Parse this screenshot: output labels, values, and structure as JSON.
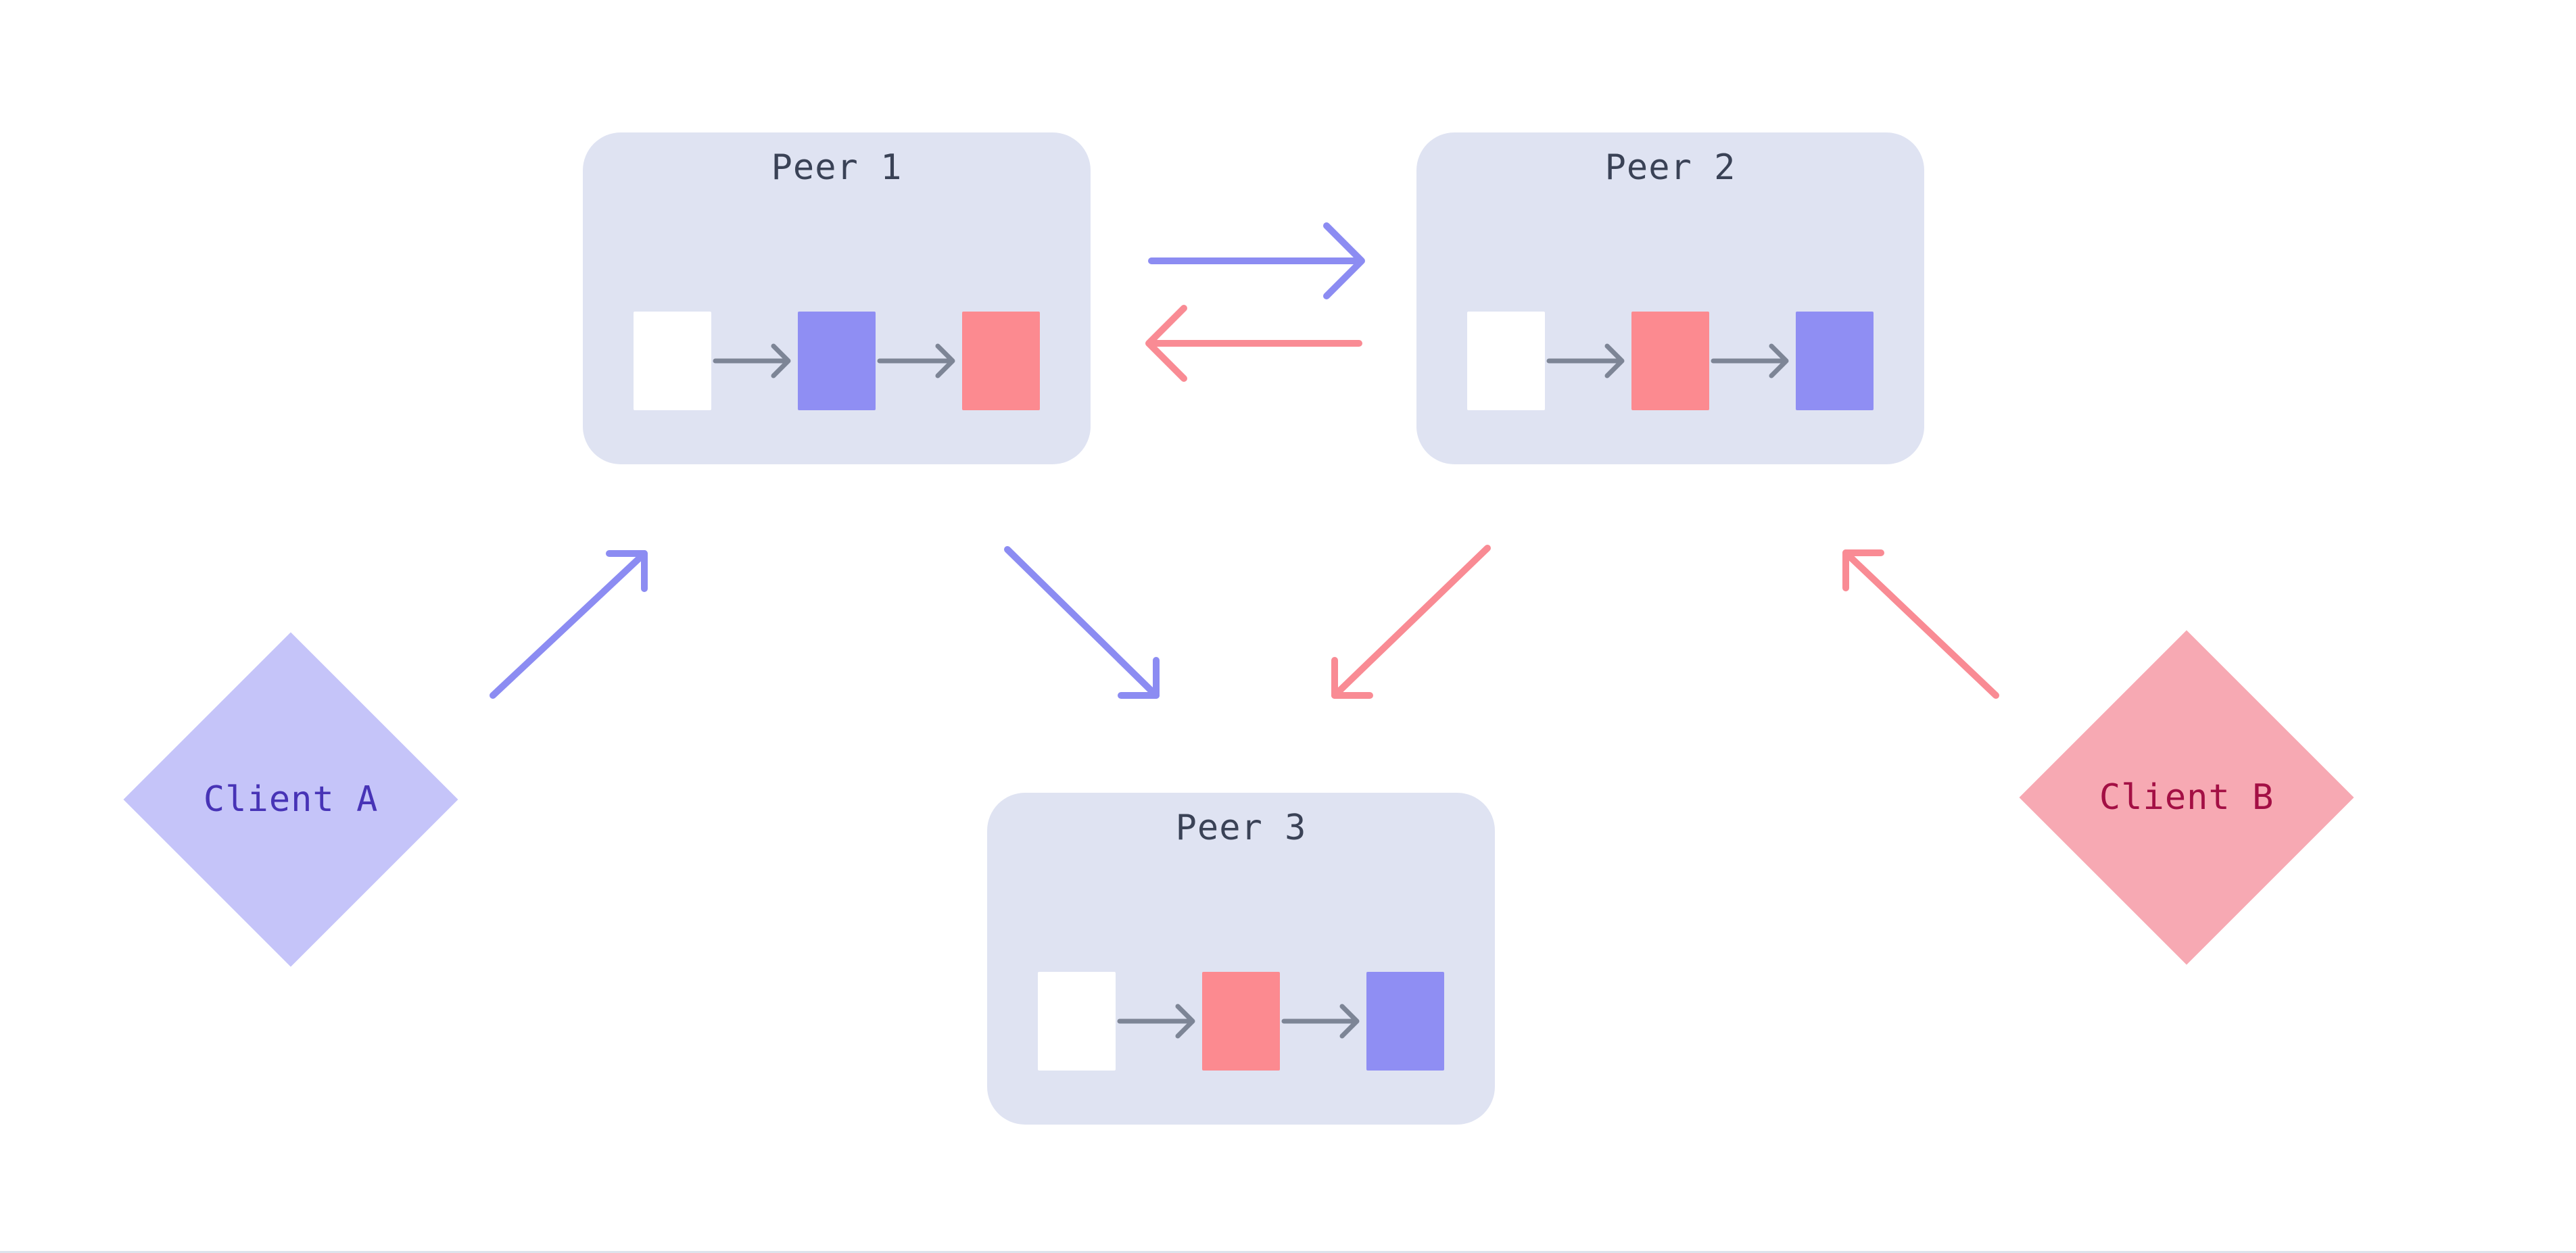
{
  "page": {
    "background": "#ffffff",
    "bottom_border_color": "#dde3ec"
  },
  "colors": {
    "card_bg": "#dfe3f2",
    "card_title": "#3a4256",
    "block_white": "#ffffff",
    "block_purple": "#8f8ef3",
    "block_red": "#fc8a90",
    "arrow_gray": "#7d8596",
    "arrow_purple": "#8c8cf2",
    "arrow_red": "#f98b94",
    "client_a_bg": "#c5c4f9",
    "client_a_text": "#4733b6",
    "client_b_bg": "#f7a9b3",
    "client_b_text": "#a30f44"
  },
  "peers": [
    {
      "id": "peer-1",
      "title": "Peer 1",
      "blocks": [
        "white",
        "purple",
        "red"
      ]
    },
    {
      "id": "peer-2",
      "title": "Peer 2",
      "blocks": [
        "white",
        "red",
        "purple"
      ]
    },
    {
      "id": "peer-3",
      "title": "Peer 3",
      "blocks": [
        "white",
        "red",
        "purple"
      ]
    }
  ],
  "clients": [
    {
      "id": "client-a",
      "label": "Client A"
    },
    {
      "id": "client-b",
      "label": "Client B"
    }
  ],
  "arrows": [
    {
      "name": "peer1-to-peer2",
      "color": "purple",
      "direction": "right"
    },
    {
      "name": "peer2-to-peer1",
      "color": "red",
      "direction": "left"
    },
    {
      "name": "client-a-to-peer1",
      "color": "purple",
      "direction": "up-right"
    },
    {
      "name": "peer1-to-peer3",
      "color": "purple",
      "direction": "down-right"
    },
    {
      "name": "peer2-to-peer3",
      "color": "red",
      "direction": "down-left"
    },
    {
      "name": "client-b-to-peer2",
      "color": "red",
      "direction": "up-left"
    }
  ]
}
